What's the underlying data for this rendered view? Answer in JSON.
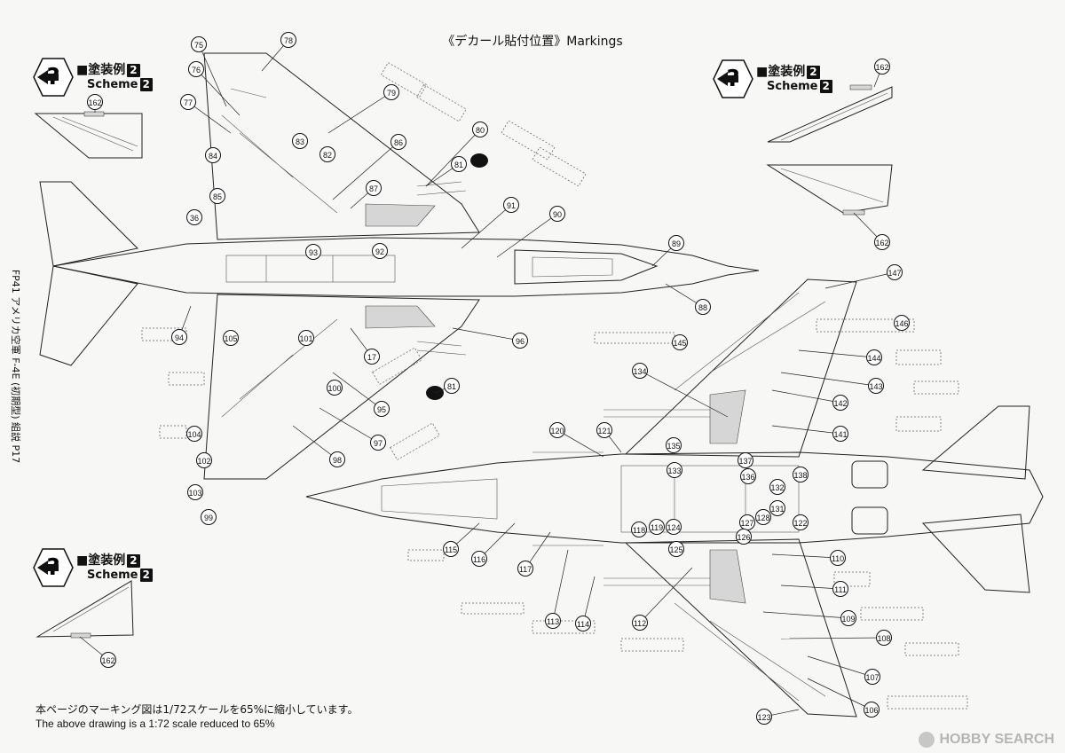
{
  "title": "《デカール貼付位置》Markings",
  "scheme": {
    "jp": "■塗装例",
    "en": "Scheme",
    "number": "2"
  },
  "side_label": "FP41 アメリカ空軍 F-4E (初期型) 組説 P17",
  "note_jp": "本ページのマーキング図は1/72スケールを65%に縮小しています。",
  "note_en": "The above drawing is a 1:72 scale reduced to 65%",
  "watermark": "HOBBY SEARCH",
  "callouts": [
    "75",
    "76",
    "77",
    "78",
    "79",
    "80",
    "81",
    "82",
    "83",
    "84",
    "85",
    "86",
    "87",
    "36",
    "90",
    "91",
    "92",
    "93",
    "94",
    "89",
    "88",
    "17",
    "81",
    "96",
    "95",
    "97",
    "98",
    "99",
    "100",
    "101",
    "102",
    "103",
    "104",
    "105",
    "147",
    "146",
    "145",
    "144",
    "143",
    "142",
    "141",
    "134",
    "120",
    "121",
    "135",
    "133",
    "137",
    "138",
    "136",
    "132",
    "131",
    "122",
    "128",
    "127",
    "126",
    "125",
    "124",
    "119",
    "118",
    "115",
    "116",
    "117",
    "113",
    "114",
    "112",
    "110",
    "111",
    "109",
    "108",
    "107",
    "106",
    "123",
    "162",
    "162",
    "162"
  ]
}
